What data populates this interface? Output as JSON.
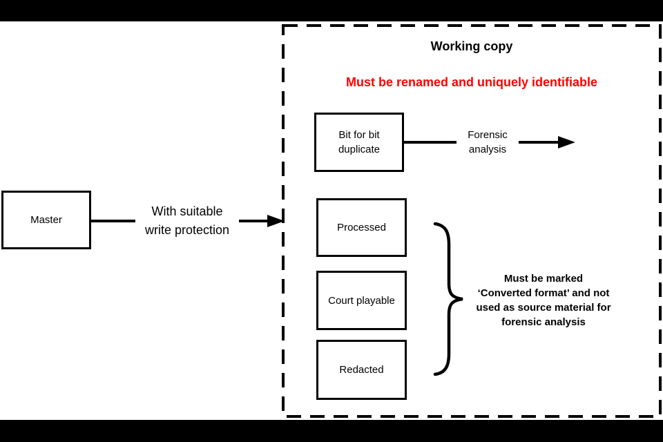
{
  "page": {
    "background": "#ffffff",
    "letterbox_color": "#000000",
    "line_color": "#000000",
    "red_accent": "#ff0000"
  },
  "master_box": {
    "label": "Master"
  },
  "write_protection_arrow": {
    "label_line1": "With suitable",
    "label_line2": "write protection"
  },
  "working_copy": {
    "title": "Working copy",
    "red_note": "Must be renamed and uniquely identifiable",
    "bit_for_bit_box": {
      "line1": "Bit for bit",
      "line2": "duplicate"
    },
    "forensic_arrow": {
      "label_line1": "Forensic",
      "label_line2": "analysis"
    },
    "processed_box": {
      "label": "Processed"
    },
    "court_playable_box": {
      "label": "Court playable"
    },
    "redacted_box": {
      "label": "Redacted"
    },
    "brace_note": {
      "line1": "Must be marked",
      "line2": "‘Converted format’ and not",
      "line3": "used as source material for",
      "line4": "forensic analysis"
    }
  }
}
